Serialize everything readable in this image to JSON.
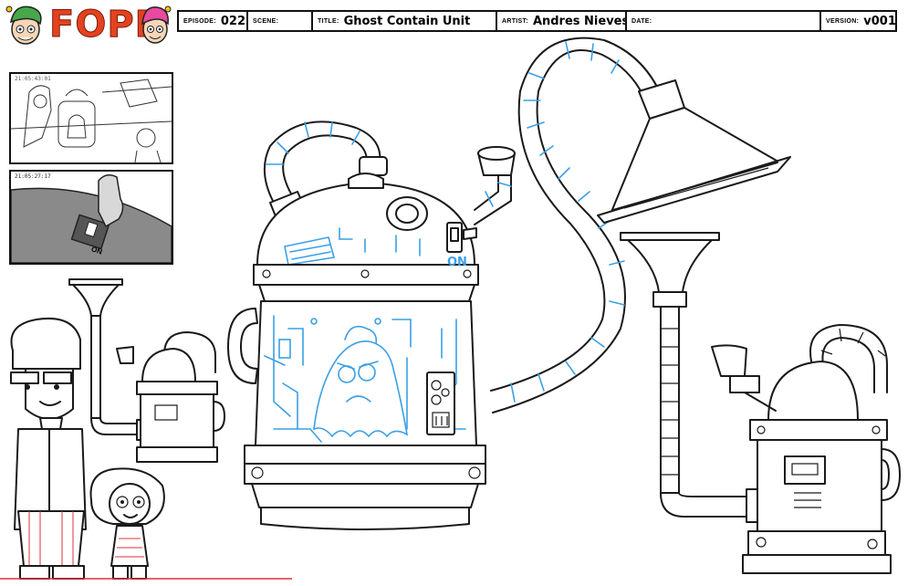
{
  "header": {
    "logo_text": "FOPR",
    "fields": [
      {
        "label": "EPISODE:",
        "value": "022"
      },
      {
        "label": "SCENE:",
        "value": ""
      },
      {
        "label": "TITLE:",
        "value": "Ghost Contain Unit"
      },
      {
        "label": "ARTIST:",
        "value": "Andres Nieves"
      },
      {
        "label": "DATE:",
        "value": ""
      },
      {
        "label": "VERSION:",
        "value": "v001"
      }
    ]
  },
  "thumbnails": [
    {
      "label": "21:05:43:01"
    },
    {
      "label": "21:05:27:17",
      "switch_text": "ON"
    }
  ],
  "device": {
    "switch_text": "ON"
  },
  "colors": {
    "line": "#1a1a1a",
    "accent_blue": "#3aa0e6",
    "logo_red": "#e4421f",
    "ground_red": "#e0303a"
  }
}
